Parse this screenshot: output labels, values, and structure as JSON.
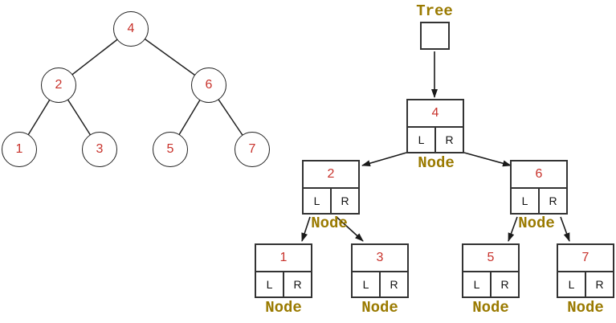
{
  "palette": {
    "value_color": "#c8322b",
    "label_color": "#9a7a00",
    "line_color": "#333333"
  },
  "left_tree": {
    "nodes": [
      {
        "value": "4"
      },
      {
        "value": "2"
      },
      {
        "value": "6"
      },
      {
        "value": "1"
      },
      {
        "value": "3"
      },
      {
        "value": "5"
      },
      {
        "value": "7"
      }
    ]
  },
  "right_diagram": {
    "root_pointer_label": "Tree",
    "node_caption": "Node",
    "left_cell_label": "L",
    "right_cell_label": "R",
    "nodes": [
      {
        "value": "4"
      },
      {
        "value": "2"
      },
      {
        "value": "6"
      },
      {
        "value": "1"
      },
      {
        "value": "3"
      },
      {
        "value": "5"
      },
      {
        "value": "7"
      }
    ]
  }
}
